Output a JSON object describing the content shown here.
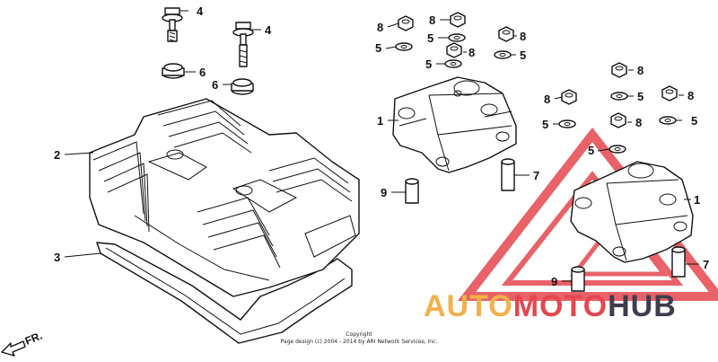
{
  "callouts": {
    "c1a": "1",
    "c1b": "1",
    "c2": "2",
    "c3": "3",
    "c4a": "4",
    "c4b": "4",
    "c5a": "5",
    "c5b": "5",
    "c5c": "5",
    "c5d": "5",
    "c5e": "5",
    "c5f": "5",
    "c5g": "5",
    "c5h": "5",
    "c6a": "6",
    "c6b": "6",
    "c7a": "7",
    "c7b": "7",
    "c8a": "8",
    "c8b": "8",
    "c8c": "8",
    "c8d": "8",
    "c8e": "8",
    "c8f": "8",
    "c8g": "8",
    "c8h": "8",
    "c9a": "9",
    "c9b": "9"
  },
  "direction_label": "FR.",
  "copyright": {
    "line1": "Copyright",
    "line2": "Page design (c) 2004 - 2014 by ARI Network Services, Inc."
  },
  "watermark": {
    "part1": "AUTO",
    "part2": "MOTO",
    "part3": "HUB",
    "colors": {
      "auto": "#f4b04a",
      "moto": "#e5474e",
      "hub": "#3d3d4d",
      "triangle": "#e5474e"
    }
  }
}
